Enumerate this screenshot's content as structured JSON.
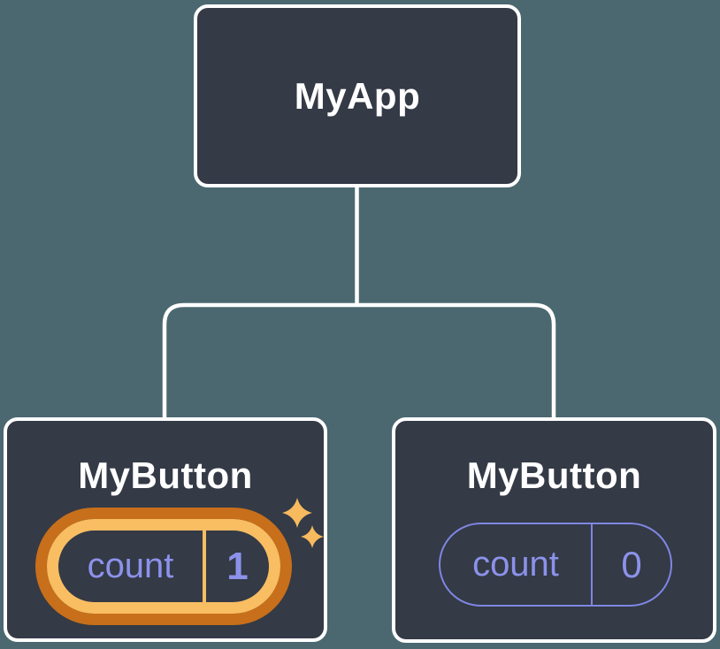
{
  "colors": {
    "background": "#4b6870",
    "node_fill": "#343a46",
    "node_border": "#ffffff",
    "connector": "#ffffff",
    "state_text_purple": "#8c92ea",
    "state_pill_border_purple": "#7f86e2",
    "highlight_ring_outer_orange": "#c76f1a",
    "highlight_ring_inner_orange": "#f9bd62",
    "sparkle_orange": "#f8ba5e"
  },
  "tree": {
    "root": {
      "label": "MyApp"
    },
    "children": [
      {
        "label": "MyButton",
        "state": {
          "key": "count",
          "value": "1"
        },
        "highlighted": true
      },
      {
        "label": "MyButton",
        "state": {
          "key": "count",
          "value": "0"
        },
        "highlighted": false
      }
    ]
  }
}
